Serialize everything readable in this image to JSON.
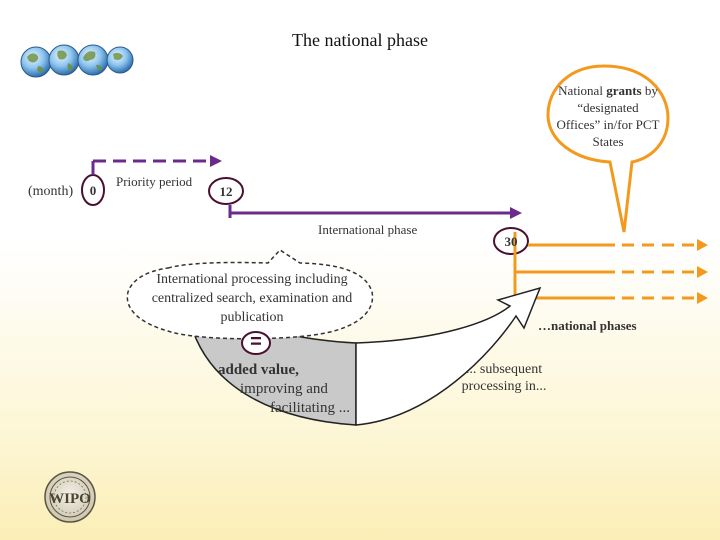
{
  "slide": {
    "title": "The national phase"
  },
  "timeline": {
    "month_label": "(month)",
    "month_0": "0",
    "month_12": "12",
    "month_30": "30",
    "priority_period": "Priority period",
    "international_phase": "International phase"
  },
  "callouts": {
    "national_grants_prefix": "National ",
    "national_grants_bold": "grants",
    "national_grants_rest": "by “designated Offices” in/for PCT States",
    "intl_processing": "International processing including centralized search, examination and publication"
  },
  "flow": {
    "equals": "=",
    "added_value": "added value,",
    "improving": "improving and",
    "facilitating": "facilitating ...",
    "subsequent": "... subsequent",
    "processing_in": "processing in...",
    "national_phases": "…national phases"
  },
  "colors": {
    "purple": "#6b2a8c",
    "orange": "#f39a1e",
    "dark_maroon": "#4a1030",
    "globe_blue": "#2f7fc0"
  },
  "icons": {
    "globes": "globes-logo-icon",
    "wipo": "wipo-seal-icon"
  }
}
